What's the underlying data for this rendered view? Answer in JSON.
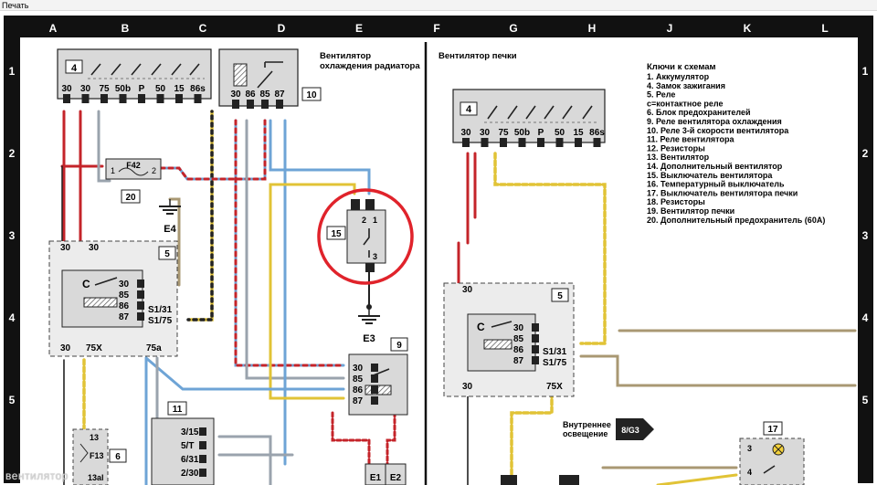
{
  "window": {
    "title": "Печать"
  },
  "grid": {
    "columns": [
      "A",
      "B",
      "C",
      "D",
      "E",
      "F",
      "G",
      "H",
      "J",
      "K",
      "L"
    ],
    "rows": [
      "1",
      "2",
      "3",
      "4",
      "5"
    ]
  },
  "titles": {
    "radiator_fan": "Вентилятор\nохлаждения радиатора",
    "heater_fan": "Вентилятор печки"
  },
  "legend": {
    "heading": "Ключи к схемам",
    "items": [
      "1. Аккумулятор",
      "4. Замок зажигания",
      "5. Реле",
      "c=контактное реле",
      "6. Блок предохранителей",
      "9. Реле вентилятора охлаждения",
      "10. Реле 3-й скорости вентилятора",
      "11. Реле вентилятора",
      "12. Резисторы",
      "13. Вентилятор",
      "14. Дополнительный вентилятор",
      "15. Выключатель вентилятора",
      "16. Температурный выключатель",
      "17. Выключатель вентилятора печки",
      "18. Резисторы",
      "19. Вентилятор печки",
      "20. Дополнительный предохранитель (60А)"
    ]
  },
  "components": {
    "c4_left": {
      "num": "4",
      "terms": [
        "30",
        "30",
        "75",
        "50b",
        "P",
        "50",
        "15",
        "86s"
      ]
    },
    "c10": {
      "num": "10",
      "terms": [
        "30",
        "86",
        "85",
        "87"
      ]
    },
    "c20": {
      "num": "20",
      "fuse": "F42",
      "p1": "1",
      "p2": "2"
    },
    "e4": "E4",
    "c5_left": {
      "num": "5",
      "top": [
        "30",
        "30"
      ],
      "c": "C",
      "pins": [
        "30",
        "85",
        "86",
        "87"
      ],
      "outs": [
        "S1/31",
        "S1/75"
      ],
      "bottom": [
        "30",
        "75X",
        "75a"
      ]
    },
    "c15": {
      "num": "15",
      "pins": [
        "2",
        "1",
        "3"
      ]
    },
    "e3": "E3",
    "c9": {
      "num": "9",
      "pins": [
        "30",
        "85",
        "86",
        "87"
      ]
    },
    "c11": {
      "num": "11",
      "pins": [
        "3/15",
        "5/T",
        "6/31",
        "2/30"
      ]
    },
    "c6": {
      "num": "6",
      "fuse": "F13",
      "top": "13",
      "bottom": "13al"
    },
    "e12": [
      "E1",
      "E2"
    ],
    "c4_right": {
      "num": "4",
      "terms": [
        "30",
        "30",
        "75",
        "50b",
        "P",
        "50",
        "15",
        "86s"
      ]
    },
    "c5_right": {
      "num": "5",
      "top": "30",
      "c": "C",
      "pins": [
        "30",
        "85",
        "86",
        "87"
      ],
      "outs": [
        "S1/31",
        "S1/75"
      ],
      "bottom": [
        "30",
        "75X"
      ]
    },
    "interior": {
      "label": "Внутреннее\nосвещение",
      "ref": "8/G3"
    },
    "c17": {
      "num": "17",
      "pins": [
        "3",
        "4"
      ]
    }
  },
  "watermark": "вентилятор",
  "colors": {
    "highlight": "#e0232b",
    "frame": "#111111",
    "box": "#d9d9d9"
  }
}
